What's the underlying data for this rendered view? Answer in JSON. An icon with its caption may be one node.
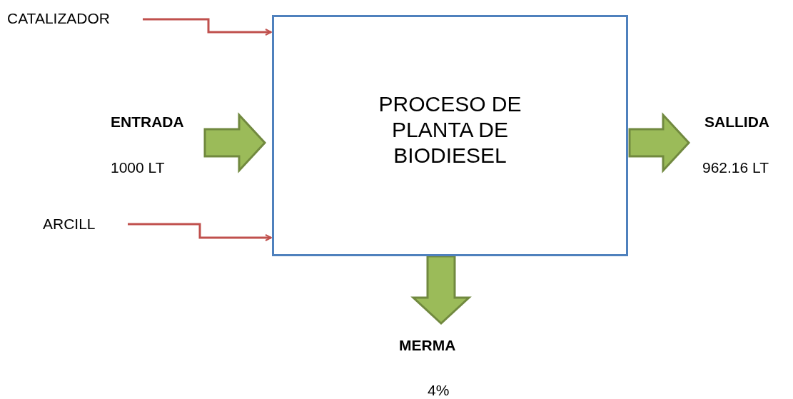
{
  "diagram": {
    "nodes": [
      {
        "text": [
          "CATALIZADOR"
        ]
      },
      {
        "text": [
          "PROCESO DE PLANTA DE BIODIESEL"
        ]
      },
      {
        "text": [
          "ENTRADA",
          "1000 LT"
        ]
      },
      {
        "text": [
          "ARCILL"
        ]
      },
      {
        "text": [
          "SALLIDA",
          "962.16 LT"
        ]
      },
      {
        "text": [
          "MERMA",
          "4%"
        ]
      }
    ],
    "edges": [
      {
        "from": 0,
        "to": 1,
        "arrow": "to",
        "color": "#c0504d"
      },
      {
        "from": 2,
        "to": 1,
        "arrow": "to",
        "style": "thick"
      },
      {
        "from": 3,
        "to": 1,
        "arrow": "to",
        "color": "#c0504d"
      },
      {
        "from": 1,
        "to": 4,
        "arrow": "to",
        "style": "thick"
      },
      {
        "from": 1,
        "to": 5,
        "arrow": "to",
        "style": "thick"
      }
    ]
  }
}
